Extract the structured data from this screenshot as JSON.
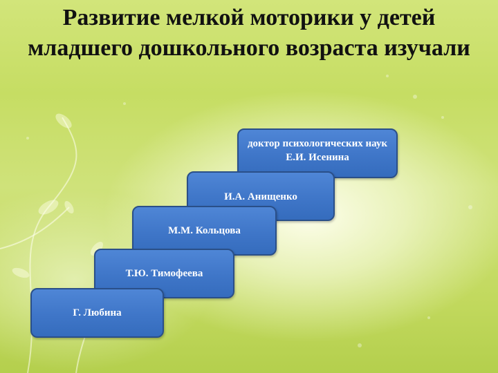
{
  "slide": {
    "title": "Развитие мелкой моторики у детей младшего дошкольного возраста изучали"
  },
  "researchers": [
    {
      "label": "доктор психологических наук Е.И. Исенина"
    },
    {
      "label": "И.А. Анищенко"
    },
    {
      "label": "М.М. Кольцова"
    },
    {
      "label": "Т.Ю. Тимофеева"
    },
    {
      "label": "Г. Любина"
    }
  ],
  "colors": {
    "background": "#c6dd63",
    "box_fill": "#4a80d0",
    "box_border": "#2a4f88",
    "box_text": "#ffffff",
    "title_text": "#111111"
  }
}
